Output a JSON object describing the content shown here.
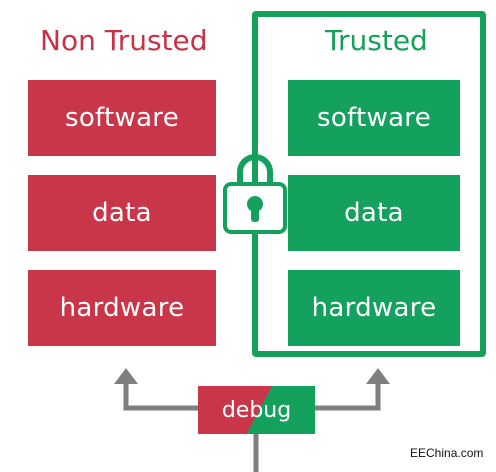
{
  "headings": {
    "untrusted": "Non Trusted",
    "trusted": "Trusted"
  },
  "untrusted_blocks": [
    "software",
    "data",
    "hardware"
  ],
  "trusted_blocks": [
    "software",
    "data",
    "hardware"
  ],
  "debug_label": "debug",
  "credit": "EEChina.com",
  "colors": {
    "untrusted": "#c9364a",
    "trusted": "#13a15d",
    "arrow": "#7f7f7f",
    "background": "#ffffff"
  },
  "icons": {
    "lock": "padlock-icon"
  }
}
